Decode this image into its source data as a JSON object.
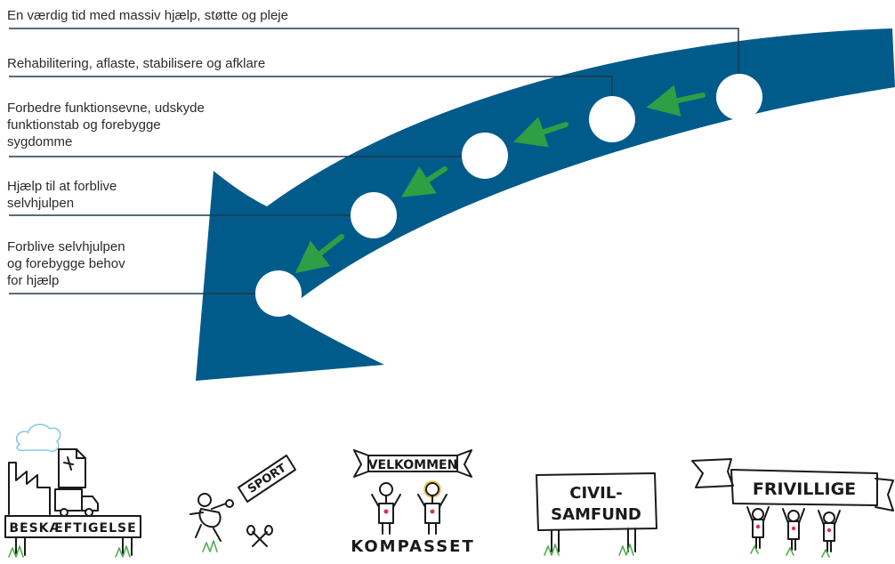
{
  "colors": {
    "arrow": "#005b8b",
    "green": "#2f9e45",
    "ink": "#1a1a1a",
    "cloud": "#8cc8e6",
    "heart": "#e0314a"
  },
  "levels": [
    {
      "text": "En værdig tid med massiv hjælp, støtte og pleje"
    },
    {
      "text": "Rehabilitering, aflaste, stabilisere og afklare"
    },
    {
      "text": "Forbedre funktionsevne, udskyde\nfunktionstab og forebygge\nsygdomme"
    },
    {
      "text": "Hjælp til at forblive\nselvhjulpen"
    },
    {
      "text": "Forblive selvhjulpen\nog forebygge behov\nfor hjælp"
    }
  ],
  "bottom_items": [
    {
      "label": "BESKÆFTIGELSE",
      "icon": "factory-truck-icon"
    },
    {
      "label": "SPORT",
      "icon": "sport-runner-icon"
    },
    {
      "banner": "VELKOMMEN",
      "label": "KOMPASSET",
      "icon": "welcome-people-icon"
    },
    {
      "label_line1": "CIVIL-",
      "label_line2": "SAMFUND",
      "icon": "sign-icon"
    },
    {
      "label": "FRIVILLIGE",
      "icon": "volunteers-banner-icon"
    }
  ]
}
